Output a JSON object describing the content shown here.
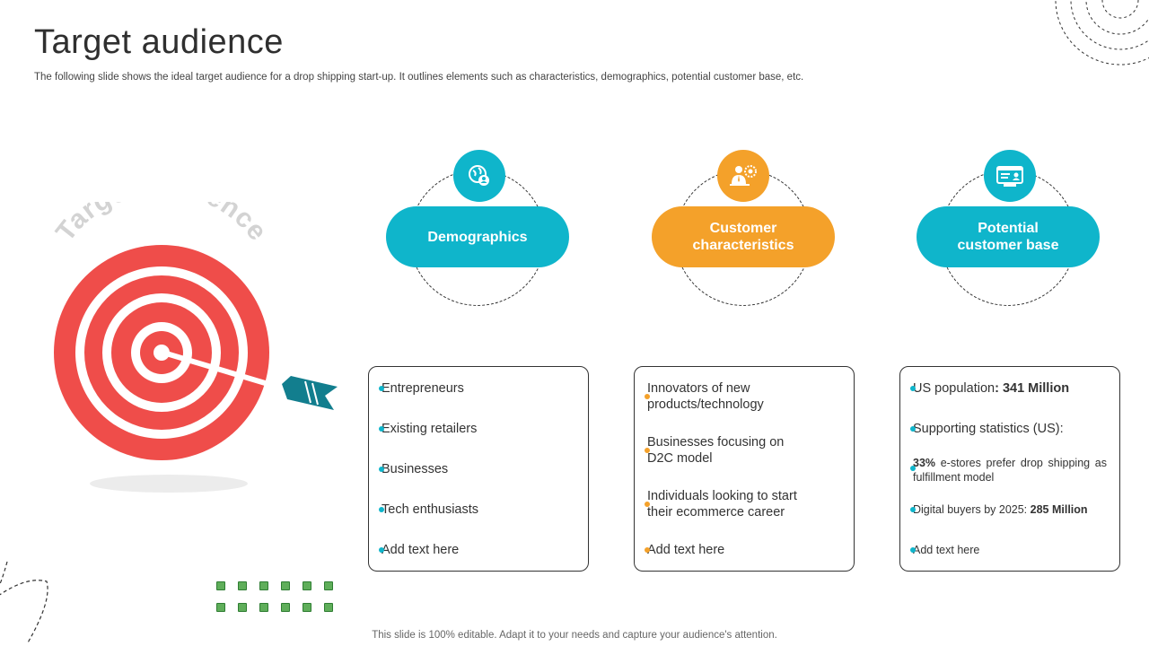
{
  "slide": {
    "title": "Target audience",
    "subtitle": "The following slide shows the ideal target audience for a drop shipping start-up. It outlines elements such as characteristics, demographics, potential customer base, etc.",
    "footer": "This slide is 100% editable. Adapt it to your needs and capture your audience's attention.",
    "target_label": "Target audience"
  },
  "colors": {
    "teal": "#0FB5CB",
    "orange": "#F4A12A",
    "red": "#EF4D4A",
    "arrow": "#127E8E"
  },
  "columns": [
    {
      "title": "Demographics",
      "icon": "globe-users-icon",
      "color": "#0FB5CB",
      "items": [
        {
          "text": "Entrepreneurs"
        },
        {
          "text": "Existing retailers"
        },
        {
          "text": "Businesses"
        },
        {
          "text": "Tech enthusiasts"
        },
        {
          "text": "Add text here"
        }
      ]
    },
    {
      "title": "Customer\ncharacteristics",
      "icon": "businessman-gear-icon",
      "color": "#F4A12A",
      "items": [
        {
          "text": "Innovators of new products/technology"
        },
        {
          "text": "Businesses focusing on D2C model"
        },
        {
          "text": "Individuals looking to start their ecommerce career"
        },
        {
          "text": "Add text here"
        }
      ]
    },
    {
      "title": "Potential\ncustomer base",
      "icon": "id-card-icon",
      "color": "#0FB5CB",
      "items": [
        {
          "pre": "US population",
          "mid": ": ",
          "bold": "341 Million"
        },
        {
          "pre": "Supporting statistics (US):"
        },
        {
          "bold": "33%",
          "post": " e-stores prefer drop shipping as fulfillment model"
        },
        {
          "pre": "Digital buyers by 2025: ",
          "bold": "285 Million"
        },
        {
          "pre": "Add text here"
        }
      ]
    }
  ]
}
